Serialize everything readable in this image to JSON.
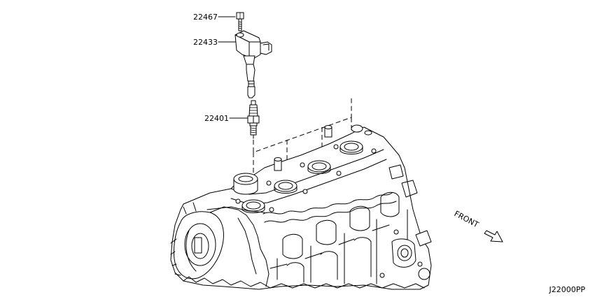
{
  "callouts": [
    {
      "part_number": "22467",
      "part": "bolt"
    },
    {
      "part_number": "22433",
      "part": "ignition-coil"
    },
    {
      "part_number": "22401",
      "part": "spark-plug"
    }
  ],
  "direction_label": "FRONT",
  "diagram_code": "J22000PP"
}
